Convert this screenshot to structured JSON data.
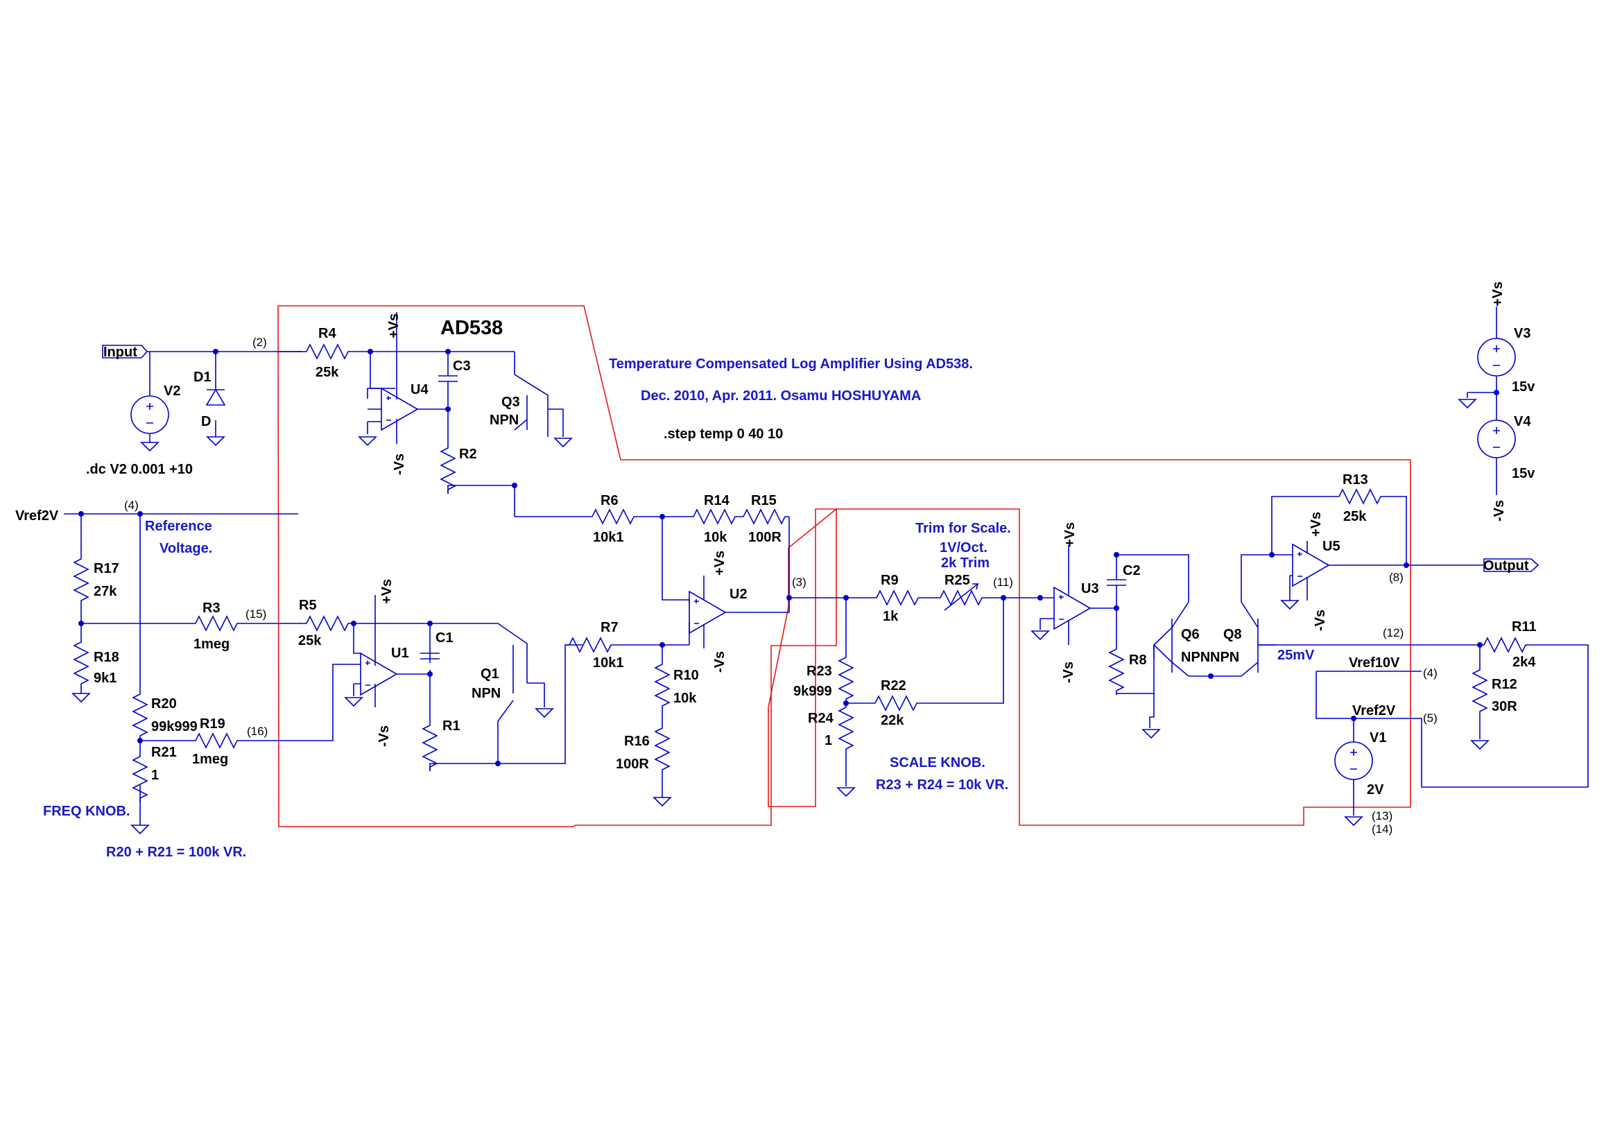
{
  "title": "AD538",
  "annotations": {
    "description": "Temperature Compensated Log Amplifier Using AD538.",
    "date_author": "Dec. 2010,  Apr. 2011.  Osamu HOSHUYAMA",
    "step": ".step temp 0 40 10",
    "dc": ".dc V2 0.001 +10",
    "reference_1": "Reference",
    "reference_2": "Voltage.",
    "trim_1": "Trim for Scale.",
    "trim_2": "1V/Oct.",
    "trim_3": "2k Trim",
    "scale_knob": "SCALE KNOB.",
    "scale_note": "R23 + R24 = 10k VR.",
    "freq_knob": "FREQ KNOB.",
    "freq_note": "R20 + R21 = 100k VR.",
    "mv25": "25mV"
  },
  "ports": {
    "input": "Input",
    "output": "Output",
    "vref2v": "Vref2V",
    "vref2v_b": "Vref2V",
    "vref10v": "Vref10V"
  },
  "supply": {
    "pos": "+Vs",
    "neg": "-Vs"
  },
  "nodes": {
    "n2": "(2)",
    "n4": "(4)",
    "n15": "(15)",
    "n16": "(16)",
    "n3": "(3)",
    "n11": "(11)",
    "n8": "(8)",
    "n12": "(12)",
    "n4b": "(4)",
    "n5": "(5)",
    "n13": "(13)",
    "n14": "(14)"
  },
  "components": {
    "R4": {
      "name": "R4",
      "value": "25k"
    },
    "R3": {
      "name": "R3",
      "value": "1meg"
    },
    "R5": {
      "name": "R5",
      "value": "25k"
    },
    "R19": {
      "name": "R19",
      "value": "1meg"
    },
    "R17": {
      "name": "R17",
      "value": "27k"
    },
    "R18": {
      "name": "R18",
      "value": "9k1"
    },
    "R20": {
      "name": "R20",
      "value": "99k999"
    },
    "R21": {
      "name": "R21",
      "value": "1"
    },
    "R2": {
      "name": "R2"
    },
    "R1": {
      "name": "R1"
    },
    "R6": {
      "name": "R6",
      "value": "10k1"
    },
    "R7": {
      "name": "R7",
      "value": "10k1"
    },
    "R14": {
      "name": "R14",
      "value": "10k"
    },
    "R15": {
      "name": "R15",
      "value": "100R"
    },
    "R10": {
      "name": "R10",
      "value": "10k"
    },
    "R16": {
      "name": "R16",
      "value": "100R"
    },
    "R9": {
      "name": "R9",
      "value": "1k"
    },
    "R25": {
      "name": "R25"
    },
    "R22": {
      "name": "R22",
      "value": "22k"
    },
    "R23": {
      "name": "R23",
      "value": "9k999"
    },
    "R24": {
      "name": "R24",
      "value": "1"
    },
    "R8": {
      "name": "R8"
    },
    "R13": {
      "name": "R13",
      "value": "25k"
    },
    "R11": {
      "name": "R11",
      "value": "2k4"
    },
    "R12": {
      "name": "R12",
      "value": "30R"
    },
    "C1": {
      "name": "C1"
    },
    "C2": {
      "name": "C2"
    },
    "C3": {
      "name": "C3"
    },
    "U1": {
      "name": "U1"
    },
    "U2": {
      "name": "U2"
    },
    "U3": {
      "name": "U3"
    },
    "U4": {
      "name": "U4"
    },
    "U5": {
      "name": "U5"
    },
    "Q1": {
      "name": "Q1",
      "type": "NPN"
    },
    "Q3": {
      "name": "Q3",
      "type": "NPN"
    },
    "Q6": {
      "name": "Q6",
      "type": "NPN"
    },
    "Q8": {
      "name": "Q8",
      "type": "NPN"
    },
    "D1": {
      "name": "D1",
      "model": "D"
    },
    "V1": {
      "name": "V1",
      "value": "2V"
    },
    "V2": {
      "name": "V2"
    },
    "V3": {
      "name": "V3",
      "value": "15v"
    },
    "V4": {
      "name": "V4",
      "value": "15v"
    }
  },
  "colors": {
    "wire": "#0000cc",
    "annotation": "#1818c8",
    "block_outline": "#e81818",
    "text": "#000000"
  }
}
